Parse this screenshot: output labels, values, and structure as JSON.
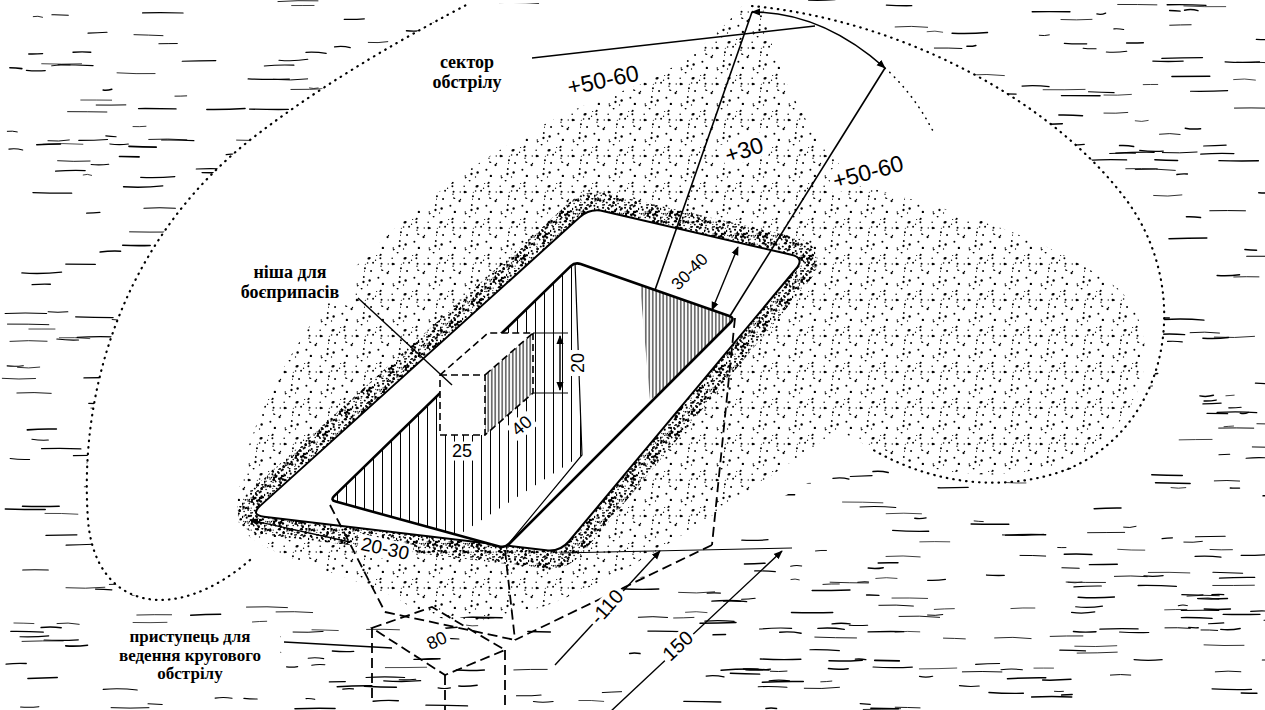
{
  "diagram": {
    "labels": [
      "сектор обстрілу",
      "+50-60",
      "+50-60",
      "+30",
      "30-40",
      "ніша для боєприпасів",
      "20",
      "25",
      "40",
      "20-30",
      "-110",
      "150",
      "80",
      "приступець для ведення кругового обстрілу"
    ]
  }
}
